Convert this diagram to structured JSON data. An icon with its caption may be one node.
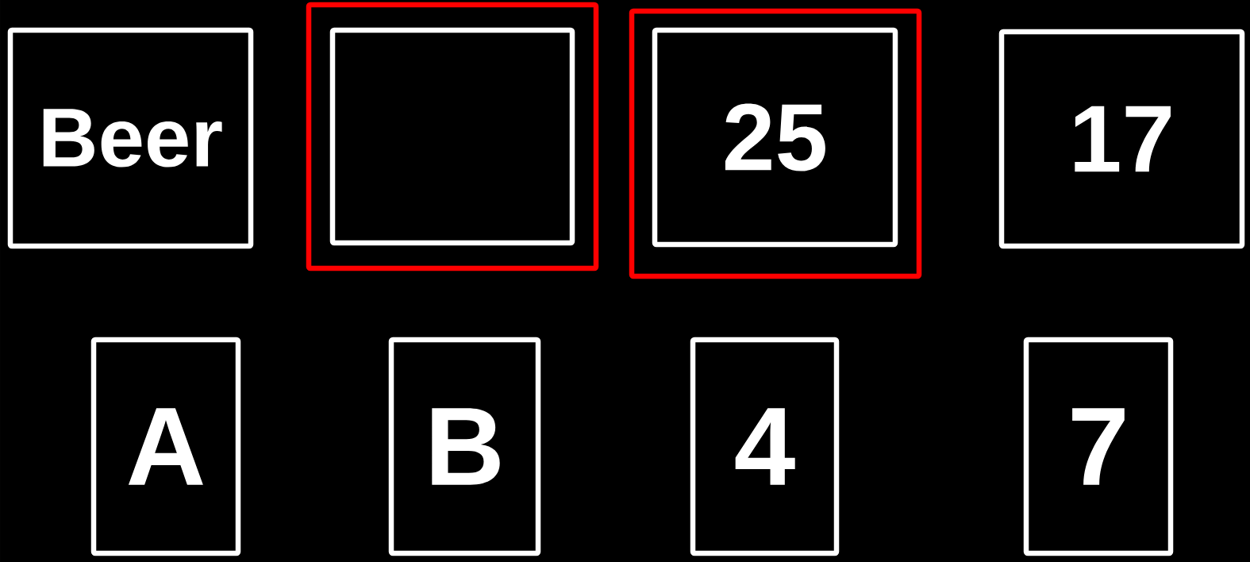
{
  "diagram": {
    "nodes": [
      {
        "text": [
          "Beer"
        ]
      },
      {
        "text": [],
        "shape": "box"
      },
      {
        "text": [],
        "shape": "box",
        "in": 1
      },
      {
        "text": [],
        "shape": "box"
      },
      {
        "text": [
          "25"
        ],
        "in": 3
      },
      {
        "text": [
          "17"
        ]
      },
      {
        "text": [
          "A"
        ]
      },
      {
        "text": [
          "B"
        ]
      },
      {
        "text": [
          "4"
        ]
      },
      {
        "text": [
          "7"
        ]
      }
    ]
  }
}
